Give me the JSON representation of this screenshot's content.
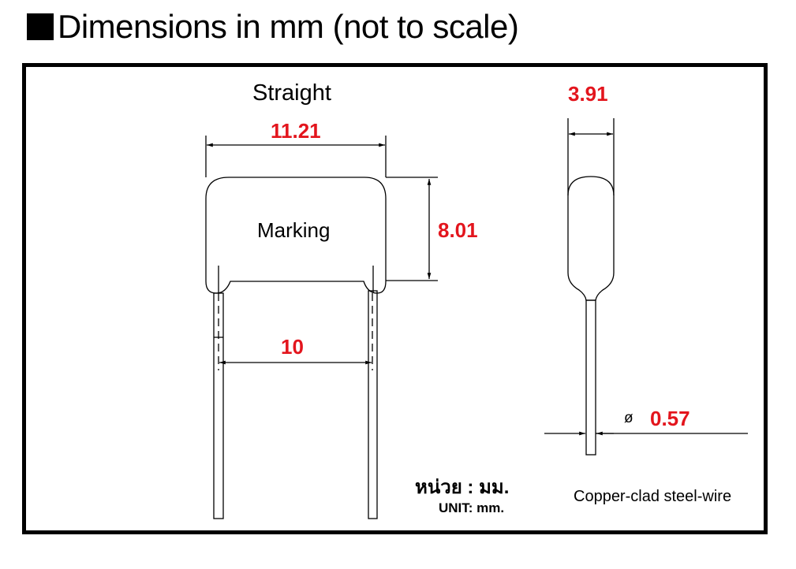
{
  "header": {
    "bullet_icon": "black-square",
    "title": "Dimensions in mm (not to scale)"
  },
  "front_view": {
    "label": "Straight",
    "body_text": "Marking",
    "dimensions": {
      "width": "11.21",
      "height": "8.01",
      "lead_spacing": "10"
    }
  },
  "side_view": {
    "dimensions": {
      "thickness": "3.91",
      "diameter_symbol": "ø",
      "lead_diameter": "0.57"
    }
  },
  "unit": {
    "thai": "หน่วย : มม.",
    "english": "UNIT: mm."
  },
  "material_note": "Copper-clad steel-wire",
  "colors": {
    "dimension_text": "#e3151d",
    "line": "#000000"
  }
}
